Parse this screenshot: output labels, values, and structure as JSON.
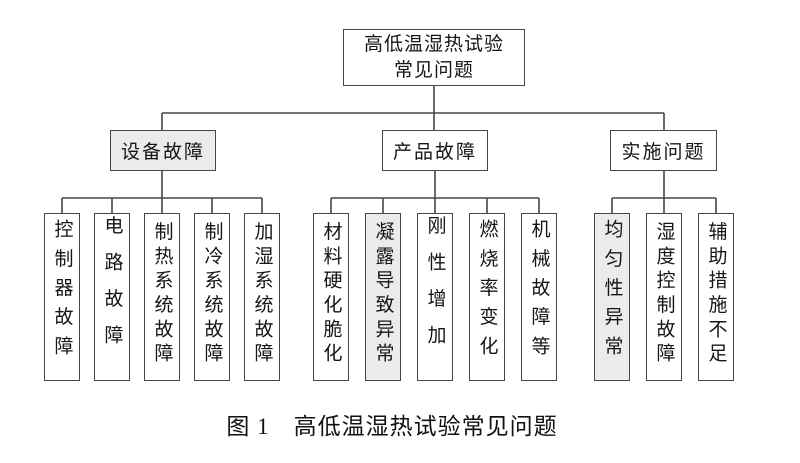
{
  "diagram": {
    "root": {
      "label_line1": "高低温湿热试验",
      "label_line2": "常见问题"
    },
    "groups": [
      {
        "label": "设备故障",
        "highlighted": true,
        "children": [
          {
            "label": "控制器故障",
            "highlighted": false
          },
          {
            "label": "电路故障",
            "highlighted": false
          },
          {
            "label": "制热系统故障",
            "highlighted": false
          },
          {
            "label": "制冷系统故障",
            "highlighted": false
          },
          {
            "label": "加湿系统故障",
            "highlighted": false
          }
        ]
      },
      {
        "label": "产品故障",
        "highlighted": false,
        "children": [
          {
            "label": "材料硬化脆化",
            "highlighted": false
          },
          {
            "label": "凝露导致异常",
            "highlighted": true
          },
          {
            "label": "刚性增加",
            "highlighted": false
          },
          {
            "label": "燃烧率变化",
            "highlighted": false
          },
          {
            "label": "机械故障等",
            "highlighted": false
          }
        ]
      },
      {
        "label": "实施问题",
        "highlighted": false,
        "children": [
          {
            "label": "均匀性异常",
            "highlighted": true
          },
          {
            "label": "湿度控制故障",
            "highlighted": false
          },
          {
            "label": "辅助措施不足",
            "highlighted": false
          }
        ]
      }
    ],
    "caption": "图 1　高低温湿热试验常见问题"
  },
  "colors": {
    "box_border": "#464646",
    "connector_line": "#464646",
    "highlight_fill": "#ebebeb",
    "text": "#161616",
    "background": "#ffffff"
  }
}
